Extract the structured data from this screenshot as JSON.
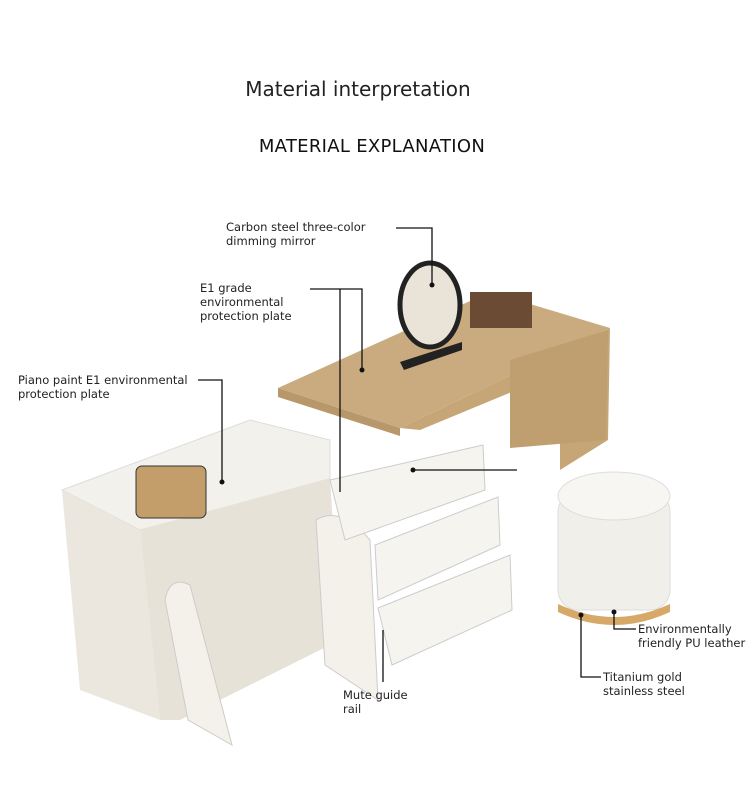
{
  "header": {
    "title": "Material interpretation",
    "subtitle": "MATERIAL EXPLANATION"
  },
  "annotations": [
    {
      "id": "mirror",
      "text": "Carbon steel three-color dimming mirror"
    },
    {
      "id": "e1-plate",
      "text": "E1 grade environmental protection plate"
    },
    {
      "id": "piano-paint",
      "text": "Piano paint E1 environmental protection plate"
    },
    {
      "id": "guide-rail",
      "text": "Mute guide rail"
    },
    {
      "id": "pu-leather",
      "text": "Environmentally friendly PU leather"
    },
    {
      "id": "titanium",
      "text": "Titanium gold stainless steel"
    }
  ],
  "colors": {
    "wood": "#c9ab7f",
    "white": "#f3f1ec",
    "gold": "#d7a968",
    "line": "#111111"
  }
}
